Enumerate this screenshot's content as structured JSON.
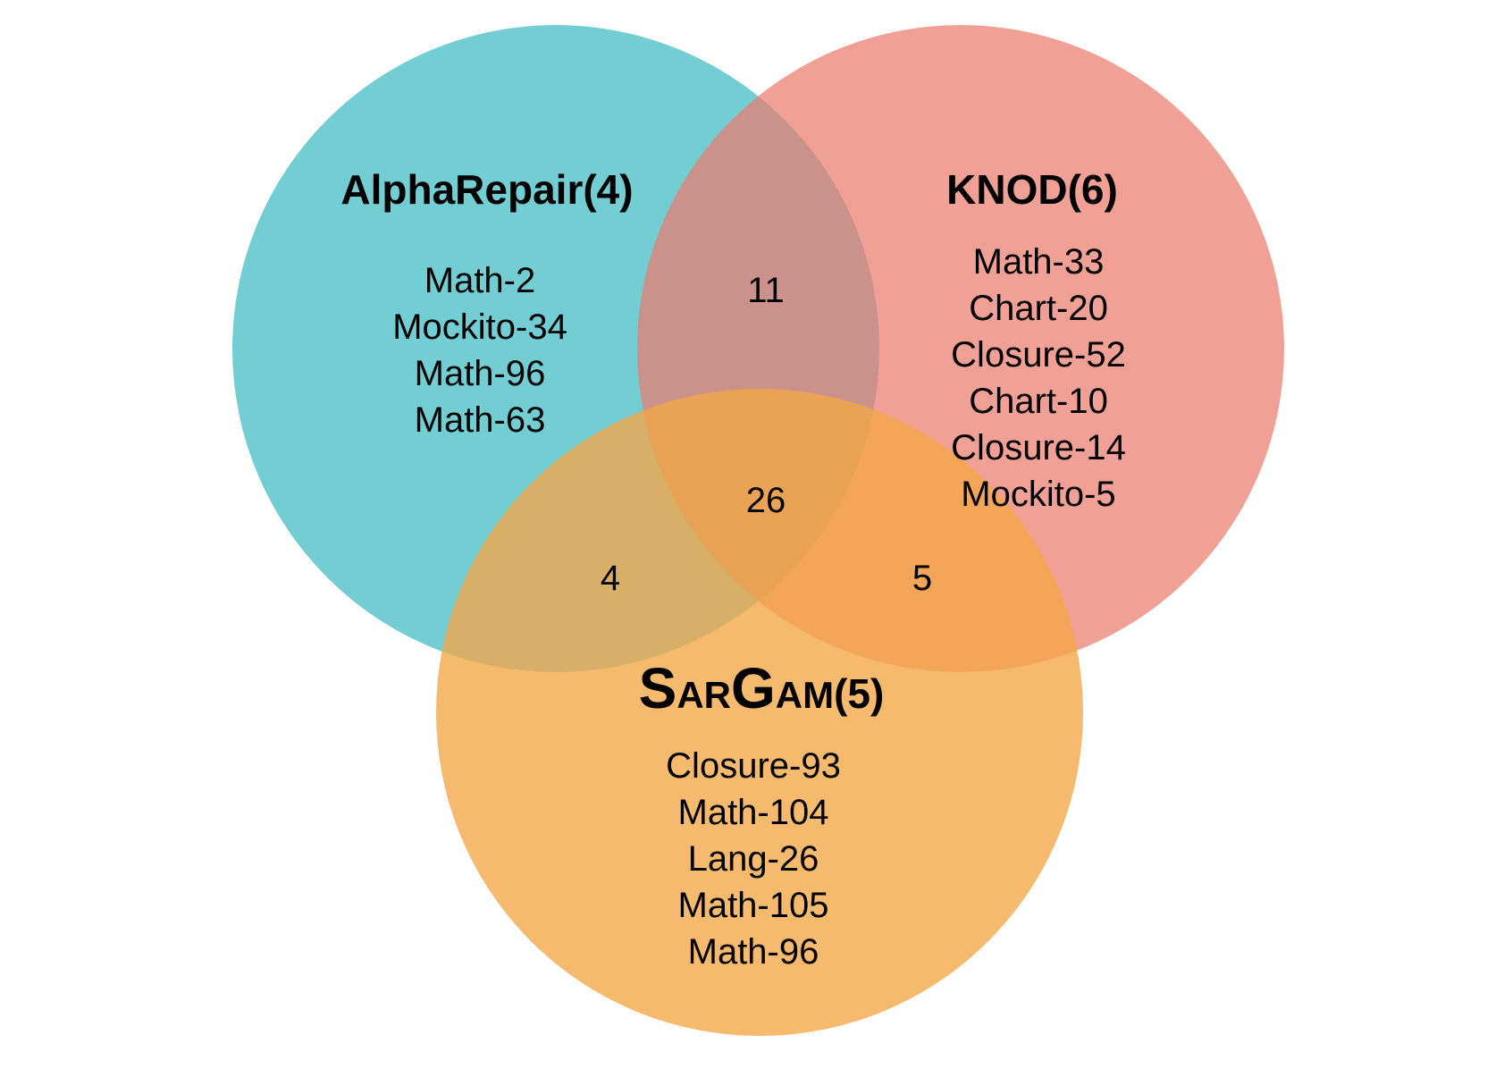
{
  "colors": {
    "alpharepair": "#4bc0c8",
    "knod": "#ec7b6d",
    "sargam": "#f3a646",
    "background": "#ffffff",
    "text": "#000000"
  },
  "sets": {
    "alpharepair": {
      "title": "AlphaRepair(4)",
      "items": [
        "Math-2",
        "Mockito-34",
        "Math-96",
        "Math-63"
      ]
    },
    "knod": {
      "title": "KNOD(6)",
      "items": [
        "Math-33",
        "Chart-20",
        "Closure-52",
        "Chart-10",
        "Closure-14",
        "Mockito-5"
      ]
    },
    "sargam": {
      "title_parts": [
        "S",
        "AR",
        "G",
        "AM",
        "(5)"
      ],
      "items": [
        "Closure-93",
        "Math-104",
        "Lang-26",
        "Math-105",
        "Math-96"
      ]
    }
  },
  "intersections": {
    "alpharepair_knod": "11",
    "all_three": "26",
    "alpharepair_sargam": "4",
    "knod_sargam": "5"
  }
}
